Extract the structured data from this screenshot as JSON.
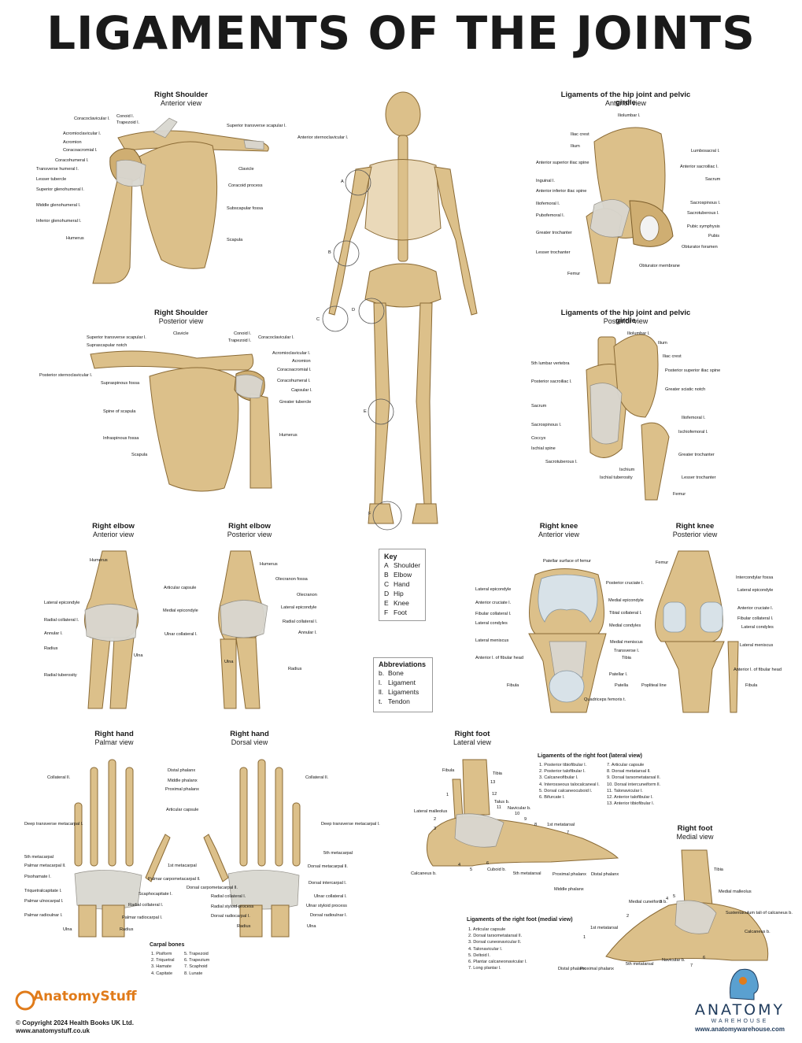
{
  "title": "LIGAMENTS OF THE JOINTS",
  "panels": {
    "shoulder_ant": {
      "title": "Right Shoulder",
      "view": "Anterior view",
      "labels": [
        "Conoid l.",
        "Coracoclavicular l.",
        "Trapezoid l.",
        "Superior transverse scapular l.",
        "Acromioclavicular l.",
        "Acromion",
        "Coracoacromial l.",
        "Anterior sternoclavicular l.",
        "Coracohumeral l.",
        "Transverse humeral l.",
        "Clavicle",
        "Lesser tubercle",
        "Coracoid process",
        "Superior glenohumeral l.",
        "Middle glenohumeral l.",
        "Subscapular fossa",
        "Inferior glenohumeral l.",
        "Humerus",
        "Scapula"
      ]
    },
    "shoulder_post": {
      "title": "Right Shoulder",
      "view": "Posterior view",
      "labels": [
        "Clavicle",
        "Conoid l.",
        "Coracoclavicular l.",
        "Superior transverse scapular l.",
        "Trapezoid l.",
        "Suprascapular notch",
        "Acromioclavicular l.",
        "Acromion",
        "Posterior sternoclavicular l.",
        "Coracoacromial l.",
        "Supraspinous fossa",
        "Coracohumeral l.",
        "Capsular l.",
        "Greater tubercle",
        "Spine of scapula",
        "Infraspinous fossa",
        "Humerus",
        "Scapula"
      ]
    },
    "hip_ant": {
      "title": "Ligaments of the hip joint and pelvic girdle",
      "view": "Anterior view",
      "labels": [
        "Iliolumbar l.",
        "Iliac crest",
        "Ilium",
        "Lumbosacral l.",
        "Anterior superior iliac spine",
        "Anterior sacroiliac l.",
        "Inguinal l.",
        "Sacrum",
        "Anterior inferior iliac spine",
        "Iliofemoral l.",
        "Sacrospinous l.",
        "Pubofemoral l.",
        "Sacrotuberous l.",
        "Pubic symphysis",
        "Greater trochanter",
        "Pubis",
        "Obturator foramen",
        "Lesser trochanter",
        "Obturator membrane",
        "Femur"
      ]
    },
    "hip_post": {
      "title": "Ligaments of the hip joint and pelvic girdle",
      "view": "Posterior view",
      "labels": [
        "Iliolumbar l.",
        "Ilium",
        "Iliac crest",
        "5th lumbar vertebra",
        "Posterior superior iliac spine",
        "Posterior sacroiliac l.",
        "Greater sciatic notch",
        "Sacrum",
        "Iliofemoral l.",
        "Sacrospinous l.",
        "Ischiofemoral l.",
        "Coccyx",
        "Ischial spine",
        "Greater trochanter",
        "Sacrotuberous l.",
        "Ischium",
        "Lesser trochanter",
        "Ischial tuberosity",
        "Femur"
      ]
    },
    "elbow_ant": {
      "title": "Right elbow",
      "view": "Anterior view",
      "labels": [
        "Humerus",
        "Articular capsule",
        "Lateral epicondyle",
        "Medial epicondyle",
        "Radial collateral l.",
        "Annular l.",
        "Ulnar collateral l.",
        "Radius",
        "Ulna",
        "Radial tuberosity"
      ]
    },
    "elbow_post": {
      "title": "Right elbow",
      "view": "Posterior view",
      "labels": [
        "Humerus",
        "Olecranon fossa",
        "Olecranon",
        "Lateral epicondyle",
        "Radial collateral l.",
        "Annular l.",
        "Ulna",
        "Radius"
      ]
    },
    "knee_ant": {
      "title": "Right knee",
      "view": "Anterior view",
      "labels": [
        "Patellar surface of femur",
        "Posterior cruciate l.",
        "Lateral epicondyle",
        "Anterior cruciate l.",
        "Medial epicondyle",
        "Fibular collateral l.",
        "Tibial collateral l.",
        "Lateral condyles",
        "Medial condyles",
        "Lateral meniscus",
        "Medial meniscus",
        "Transverse l.",
        "Tibia",
        "Anterior l. of fibular head",
        "Patellar l.",
        "Fibula",
        "Patella",
        "Quadriceps femoris t."
      ]
    },
    "knee_post": {
      "title": "Right knee",
      "view": "Posterior view",
      "labels": [
        "Femur",
        "Intercondylar fossa",
        "Lateral epicondyle",
        "Anterior cruciate l.",
        "Fibular collateral l.",
        "Lateral condyles",
        "Lateral meniscus",
        "Anterior l. of fibular head",
        "Popliteal line",
        "Fibula"
      ]
    },
    "hand_palmar": {
      "title": "Right hand",
      "view": "Palmar view",
      "labels": [
        "Distal phalanx",
        "Collateral ll.",
        "Middle phalanx",
        "Proximal phalanx",
        "Articular capsule",
        "Deep transverse metacarpal l.",
        "1st metacarpal",
        "5th metacarpal",
        "Palmar metacarpal ll.",
        "Pisohamate l.",
        "Palmar carpometacarpal ll.",
        "Triquetralcapitate l.",
        "Scaphocapitate l.",
        "Palmar ulnocarpal l.",
        "Radial collateral l.",
        "Palmar radioulnar l.",
        "Palmar radiocarpal l.",
        "Ulna",
        "Radius"
      ]
    },
    "hand_dorsal": {
      "title": "Right hand",
      "view": "Dorsal view",
      "labels": [
        "Collateral ll.",
        "Deep transverse metacarpal l.",
        "5th metacarpal",
        "Dorsal metacarpal ll.",
        "Dorsal carpometacarpal ll.",
        "Dorsal intercarpal l.",
        "Radial collateral l.",
        "Ulnar collateral l.",
        "Radial styloid process",
        "Ulnar styloid process",
        "Dorsal radiocarpal l.",
        "Dorsal radioulnar l.",
        "Radius",
        "Ulna"
      ]
    },
    "foot_lat": {
      "title": "Right foot",
      "view": "Lateral view",
      "labels": [
        "Fibula",
        "Tibia",
        "13",
        "1",
        "12",
        "Talus b.",
        "Navicular b.",
        "10",
        "Lateral malleolus",
        "11",
        "2",
        "9",
        "8",
        "1st metatarsal",
        "3",
        "7",
        "4",
        "6",
        "5",
        "Calcaneus b.",
        "Cuboid b.",
        "5th metatarsal",
        "Proximal phalanx",
        "Distal phalanx",
        "Middle phalanx"
      ]
    },
    "foot_med": {
      "title": "Right foot",
      "view": "Medial view",
      "labels": [
        "Tibia",
        "Medial malleolus",
        "5",
        "4",
        "3",
        "Medial cuneiform b.",
        "2",
        "Sustentaculum tali of calcaneus b.",
        "1st metatarsal",
        "1",
        "Calcaneus b.",
        "6",
        "Navicular b.",
        "7",
        "5th metatarsal",
        "Distal phalanx",
        "Proximal phalanx"
      ]
    }
  },
  "skeleton": {
    "markers": [
      "A",
      "B",
      "C",
      "D",
      "E",
      "F"
    ]
  },
  "key": {
    "title": "Key",
    "items": [
      {
        "letter": "A",
        "name": "Shoulder"
      },
      {
        "letter": "B",
        "name": "Elbow"
      },
      {
        "letter": "C",
        "name": "Hand"
      },
      {
        "letter": "D",
        "name": "Hip"
      },
      {
        "letter": "E",
        "name": "Knee"
      },
      {
        "letter": "F",
        "name": "Foot"
      }
    ]
  },
  "abbreviations": {
    "title": "Abbreviations",
    "items": [
      {
        "abbr": "b.",
        "name": "Bone"
      },
      {
        "abbr": "l.",
        "name": "Ligament"
      },
      {
        "abbr": "ll.",
        "name": "Ligaments"
      },
      {
        "abbr": "t.",
        "name": "Tendon"
      }
    ]
  },
  "carpal_bones": {
    "title": "Carpal bones",
    "items": [
      "1. Pisiform",
      "2. Triquetral",
      "3. Hamate",
      "4. Capitate",
      "5. Trapezoid",
      "6. Trapezium",
      "7. Scaphoid",
      "8. Lunate"
    ]
  },
  "foot_lateral_list": {
    "title": "Ligaments of the right foot (lateral view)",
    "items": [
      "1. Posterior tibiofibular l.",
      "2. Posterior talofibular l.",
      "3. Calcaneofibular l.",
      "4. Interosseous talocalcaneal l.",
      "5. Dorsal calcaneocuboid l.",
      "6. Bifurcate l.",
      "7. Articular capsule",
      "8. Dorsal metatarsal ll.",
      "9. Dorsal tarsometatarsal ll.",
      "10. Dorsal intercuneiform ll.",
      "11. Talonavicular l.",
      "12. Anterior talofibular l.",
      "13. Anterior tibiofibular l."
    ]
  },
  "foot_medial_list": {
    "title": "Ligaments of the right foot (medial view)",
    "items": [
      "1. Articular capsule",
      "2. Dorsal tarsometatarsal ll.",
      "3. Dorsal cuneonavicular ll.",
      "4. Talonavicular l.",
      "5. Deltoid l.",
      "6. Plantar calcaneonavicular l.",
      "7. Long plantar l."
    ]
  },
  "footer": {
    "brand": "AnatomyStuff",
    "copyright": "© Copyright 2024 Health Books UK Ltd.",
    "url": "www.anatomystuff.co.uk",
    "partner": "ANATOMY",
    "partner_sub": "WAREHOUSE",
    "partner_url": "www.anatomywarehouse.com"
  },
  "colors": {
    "bone": "#dcc08a",
    "ligament": "#d9d7d0",
    "cartilage": "#d8e2e8",
    "brand_orange": "#e07b1a",
    "partner_navy": "#1f3b5c"
  }
}
